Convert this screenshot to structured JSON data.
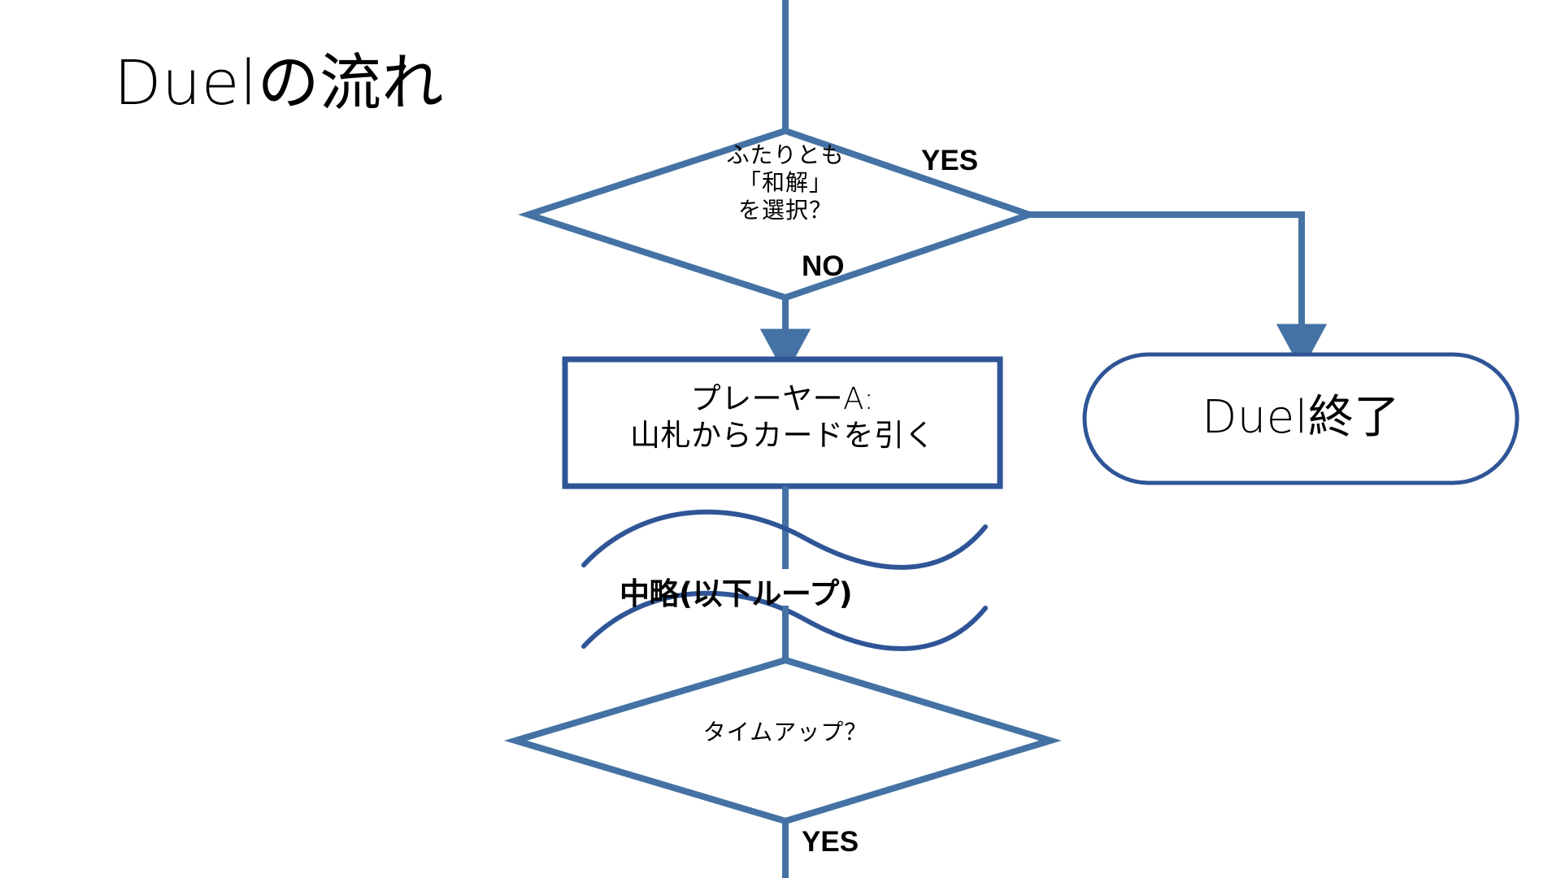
{
  "slide": {
    "title": "Duelの流れ",
    "background_color": "#ffffff",
    "accent_color": "#4472a4",
    "text_color": "#000000"
  },
  "diagram": {
    "type": "flowchart",
    "nodes": [
      {
        "id": "decision-reconcile",
        "shape": "diamond",
        "text": "ふたりとも\n「和解」\nを選択？"
      },
      {
        "id": "terminator-duel-end",
        "shape": "rounded-rectangle",
        "text": "Duel終了"
      },
      {
        "id": "process-player-a-draw",
        "shape": "rectangle",
        "text": "プレーヤーA:\n山札からカードを引く"
      },
      {
        "id": "break-loop",
        "shape": "wave-break",
        "text": "中略(以下ループ)"
      },
      {
        "id": "decision-timeup",
        "shape": "diamond",
        "text": "タイムアップ？"
      }
    ],
    "edge_labels": {
      "reconcile_yes": "YES",
      "reconcile_no": "NO",
      "timeup_yes": "YES"
    }
  }
}
